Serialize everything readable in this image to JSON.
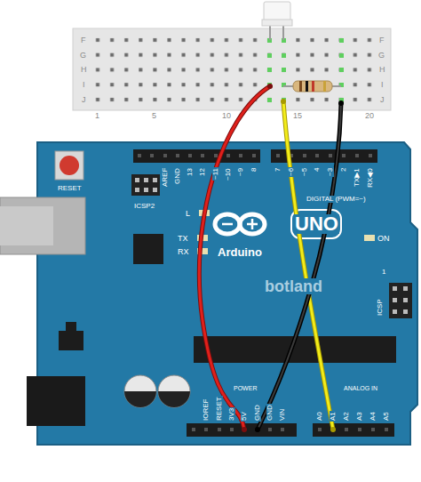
{
  "diagram": {
    "labels": [
      "F",
      "G",
      "H",
      "I",
      "J",
      "F",
      "G",
      "H",
      "I",
      "J",
      "1",
      "5",
      "10",
      "15",
      "20",
      "RESET",
      "ICSP2",
      "AREF",
      "GND",
      "13",
      "12",
      "~11",
      "~10",
      "~9",
      "8",
      "7",
      "~6",
      "~5",
      "4",
      "~3",
      "2",
      "TX▶1",
      "RX◀0",
      "DIGITAL (PWM=~)",
      "L",
      "TX",
      "RX",
      "Arduino",
      "UNO",
      "ON",
      "ICSP",
      "1",
      "IOREF",
      "RESET",
      "3V3",
      "5V",
      "GND",
      "GND",
      "VIN",
      "POWER",
      "A0",
      "A1",
      "A2",
      "A3",
      "A4",
      "A5",
      "ANALOG IN",
      "botland"
    ]
  }
}
